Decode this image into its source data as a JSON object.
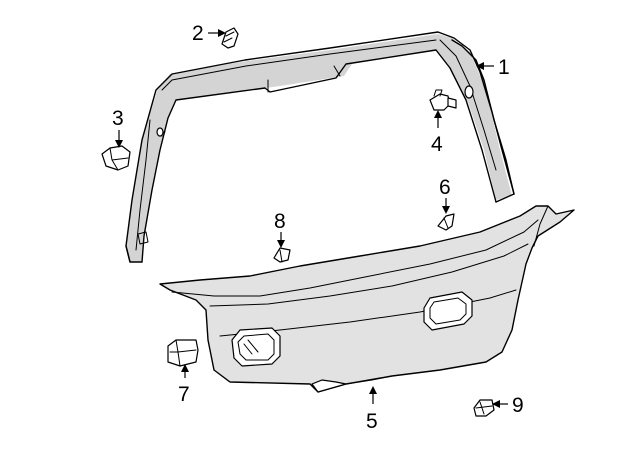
{
  "callouts": [
    {
      "id": "1",
      "label": "1"
    },
    {
      "id": "2",
      "label": "2"
    },
    {
      "id": "3",
      "label": "3"
    },
    {
      "id": "4",
      "label": "4"
    },
    {
      "id": "5",
      "label": "5"
    },
    {
      "id": "6",
      "label": "6"
    },
    {
      "id": "7",
      "label": "7"
    },
    {
      "id": "8",
      "label": "8"
    },
    {
      "id": "9",
      "label": "9"
    }
  ],
  "colors": {
    "line": "#000000",
    "panel": "#e2e2e2",
    "shade": "#d4d4d4",
    "background": "#ffffff"
  }
}
